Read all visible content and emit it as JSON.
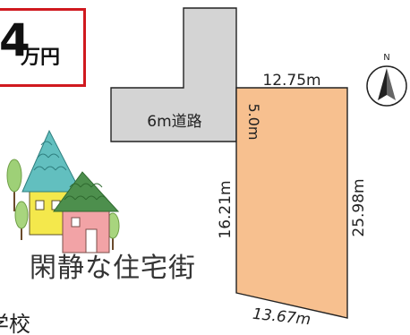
{
  "price": {
    "number": "4",
    "unit": "万円"
  },
  "map": {
    "road_label": "6m道路",
    "dimensions": {
      "top": "12.75m",
      "right": "25.98m",
      "left": "16.21m",
      "bottom": "13.67m",
      "frontage": "5.0m"
    },
    "compass_label": "N"
  },
  "neighborhood": {
    "slogan": "閑静な住宅街",
    "partial_text": "学校"
  },
  "colors": {
    "accent_red": "#d0191f",
    "lot_fill": "#f7c08f",
    "road_fill": "#d4d4d4",
    "outline": "#222222"
  }
}
